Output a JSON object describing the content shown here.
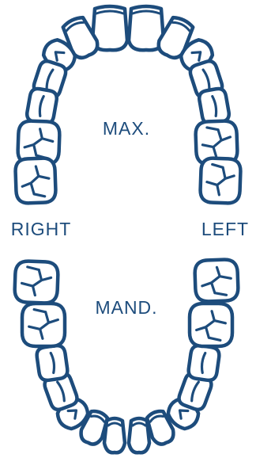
{
  "labels": {
    "maxillary": "MAX.",
    "mandibular": "MAND.",
    "right": "RIGHT",
    "left": "LEFT"
  },
  "colors": {
    "stroke": "#1d4c7c",
    "background": "#ffffff"
  }
}
